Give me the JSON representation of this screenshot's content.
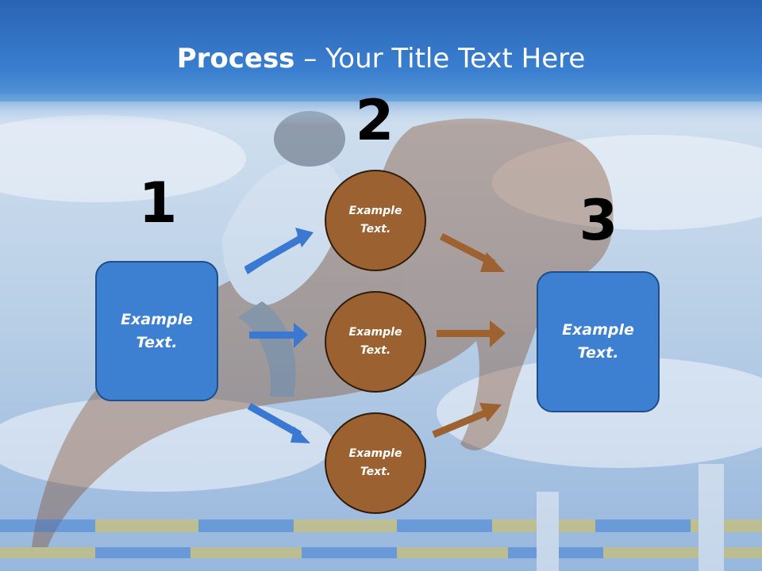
{
  "title": {
    "bold": "Process",
    "rest": " – Your Title Text Here"
  },
  "steps": [
    {
      "number": "1",
      "label": "Example Text."
    },
    {
      "number": "2",
      "labels": [
        "Example Text.",
        "Example Text.",
        "Example Text."
      ]
    },
    {
      "number": "3",
      "label": "Example Text."
    }
  ],
  "colors": {
    "box": "#3d7fd0",
    "circle": "#9b6130",
    "arrow_blue": "#3b78d2",
    "arrow_brown": "#9e6231"
  }
}
